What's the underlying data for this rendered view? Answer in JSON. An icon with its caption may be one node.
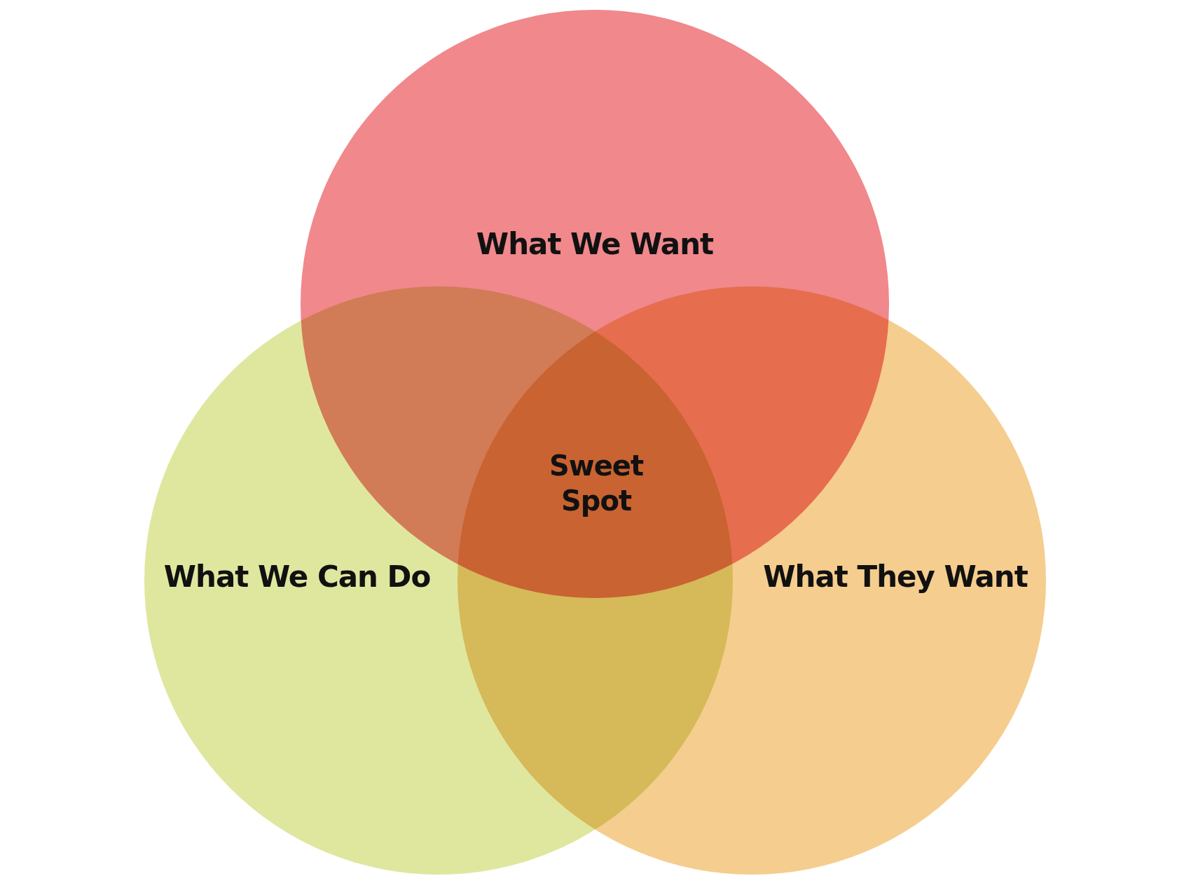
{
  "diagram": {
    "nodes": [
      {
        "text": [
          "What We Want"
        ]
      },
      {
        "text": [
          "What We Can Do"
        ]
      },
      {
        "text": [
          "What They Want"
        ]
      }
    ],
    "edges": [],
    "labels": [
      "Sweet Spot"
    ]
  }
}
